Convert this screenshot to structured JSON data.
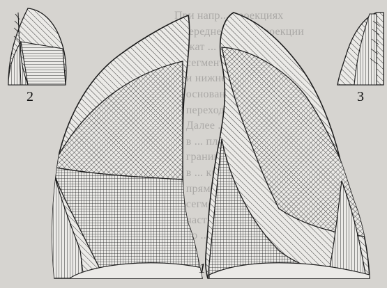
{
  "figure": {
    "labels": {
      "main": "1",
      "left_inset": "2",
      "right_inset": "3"
    }
  },
  "colors": {
    "paper": "#d6d4d0",
    "ink": "#1c1c1c",
    "lobe_fill": "#ebeae7"
  },
  "background_text_lines": [
    "При напр... проекциях",
    "в переднезадней проекции",
    "Лежат ... крае",
    "... сегмента, передней се",
    "... и нижнего доли,",
    "... основания ... в ... крае",
    "... переходит в ... свои",
    "... Далее ... ниже",
    "... в ... плоскости доли",
    "... границы ... косой и",
    "... в ... круга (ключевой)",
    "... прямой и большой",
    "... сегментов ...",
    "... части ... доли ... оп",
    "... до ... и ... средней оп"
  ]
}
